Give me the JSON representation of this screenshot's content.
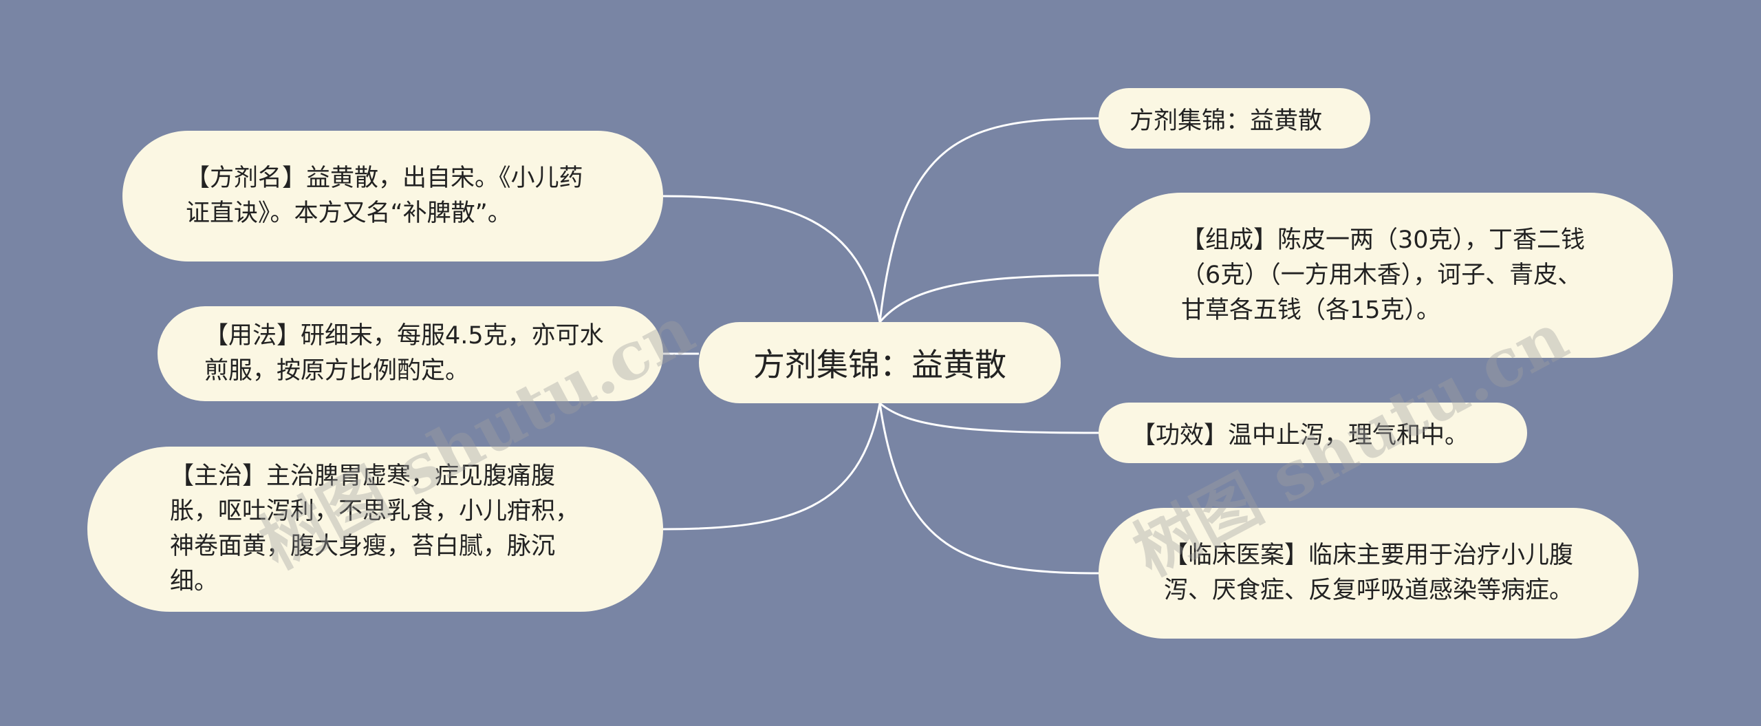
{
  "root": {
    "label": "方剂集锦：益黄散"
  },
  "right_branches": {
    "title": "方剂集锦：益黄散",
    "composition": "【组成】陈皮一两（30克），丁香二钱（6克）（一方用木香），诃子、青皮、甘草各五钱（各15克）。",
    "efficacy": "【功效】温中止泻，理气和中。",
    "clinical": "【临床医案】临床主要用于治疗小儿腹泻、厌食症、反复呼吸道感染等病症。"
  },
  "left_branches": {
    "name": "【方剂名】益黄散，出自宋。《小儿药证直诀》。本方又名“补脾散”。",
    "usage": "【用法】研细末，每服4.5克，亦可水煎服，按原方比例酌定。",
    "indication": "【主治】主治脾胃虚寒，症见腹痛腹胀，呕吐泻利，不思乳食，小儿疳积，神卷面黄，腹大身瘦，苔白腻，脉沉细。"
  },
  "watermark": {
    "text": "树图 shutu.cn"
  },
  "colors": {
    "background": "#7985a4",
    "node_fill": "#fbf7e3",
    "connector": "#ffffff",
    "text": "#222222"
  }
}
